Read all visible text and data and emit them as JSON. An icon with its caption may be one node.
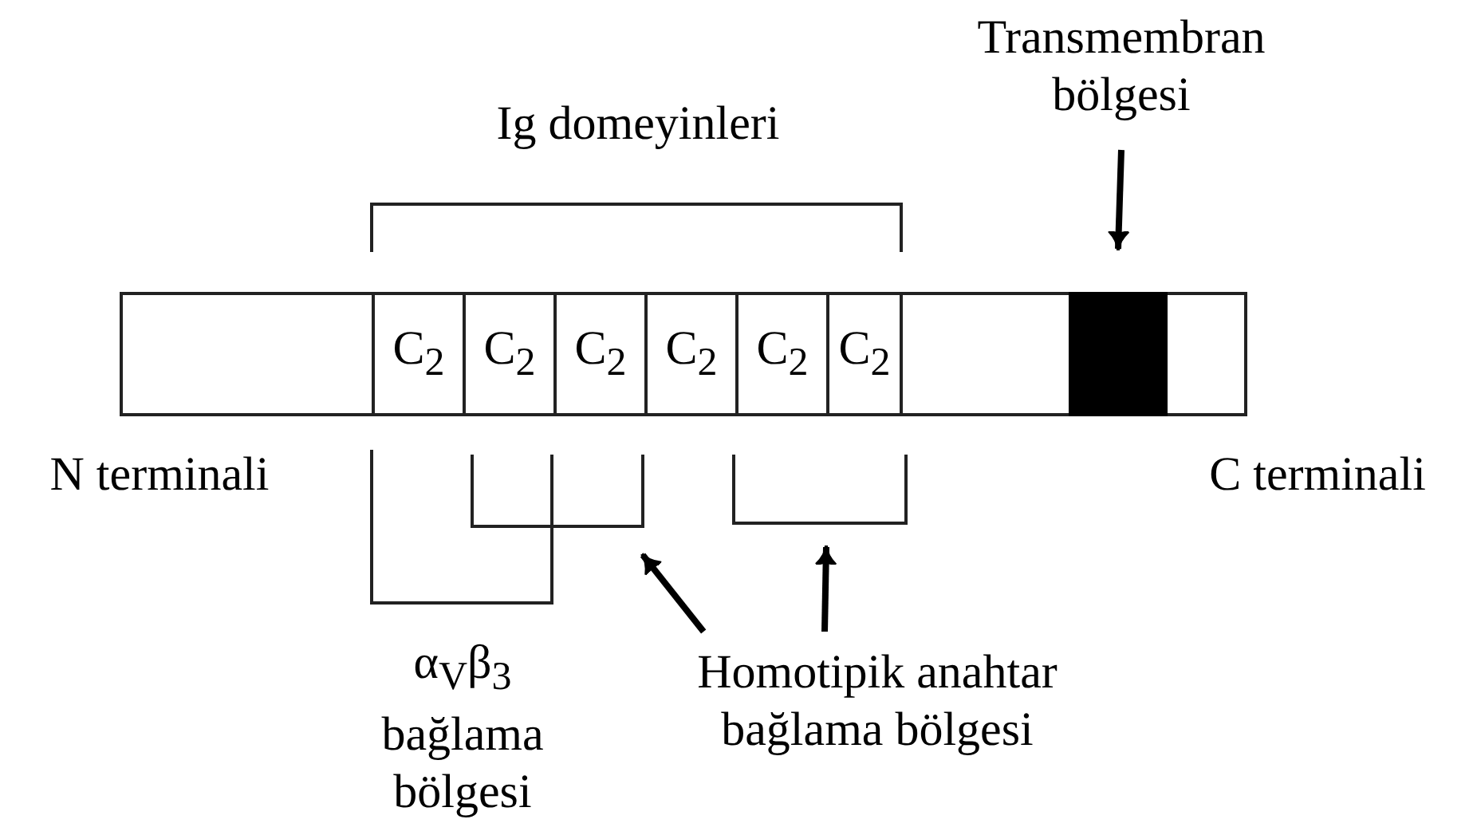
{
  "diagram": {
    "nodes": [
      {
        "text": [],
        "shape": "bar"
      },
      {
        "text": [
          "C$_{2}$"
        ],
        "in": 0
      },
      {
        "text": [
          "C$_{2}$"
        ],
        "in": 0
      },
      {
        "text": [
          "C$_{2}$"
        ],
        "in": 0
      },
      {
        "text": [
          "C$_{2}$"
        ],
        "in": 0
      },
      {
        "text": [
          "C$_{2}$"
        ],
        "in": 0
      },
      {
        "text": [
          "C$_{2}$"
        ],
        "in": 0
      },
      {
        "text": [],
        "shape": "bar",
        "in": 0
      },
      {
        "text": [
          "Transmembran bölgesi"
        ]
      },
      {
        "text": [
          "Homotipik anahtar bağlama bölgesi"
        ]
      }
    ],
    "edges": [
      {
        "from": 8,
        "to": 7,
        "arrow": "to"
      },
      {
        "from": 9,
        "to": null,
        "arrow": "to"
      },
      {
        "from": 9,
        "to": null,
        "arrow": "to"
      }
    ],
    "labels": [
      "Ig domeyinleri",
      "N terminali",
      "C terminali",
      "α$_{V}$β$_{3}$ bağlama bölgesi"
    ]
  }
}
